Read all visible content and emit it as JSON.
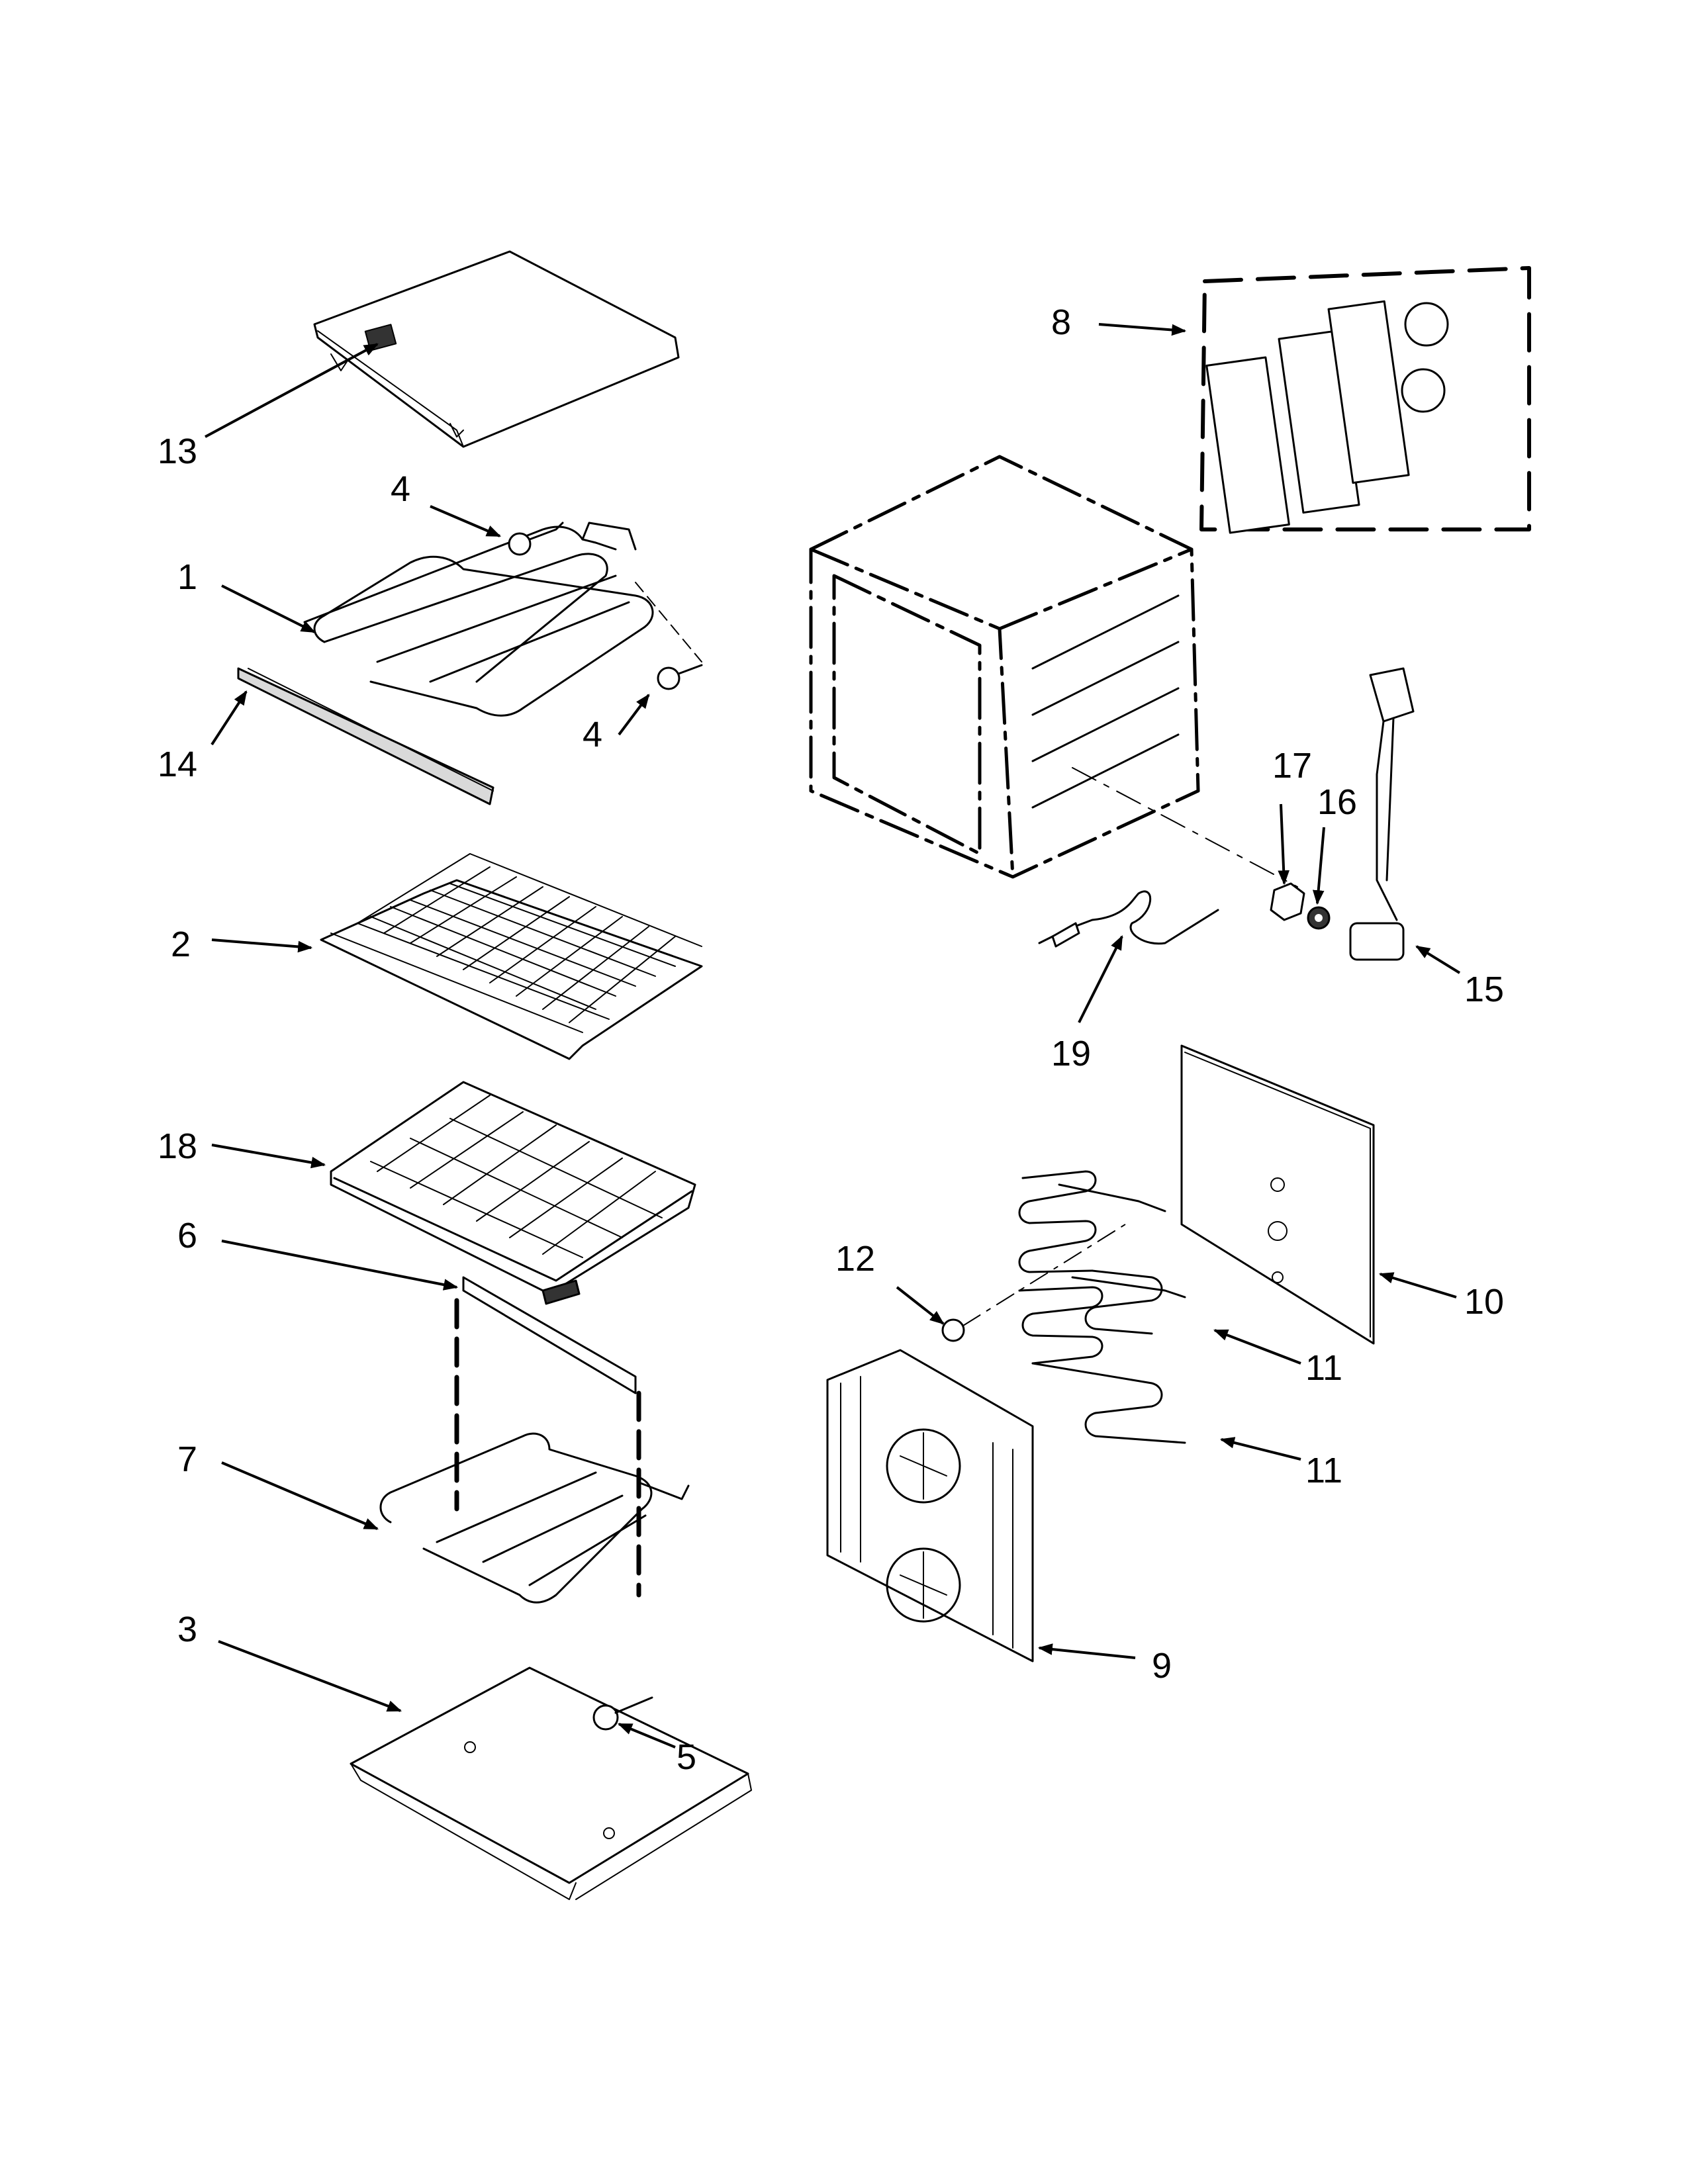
{
  "diagram": {
    "parts": [
      {
        "id": "1",
        "name": "broil-element"
      },
      {
        "id": "2",
        "name": "oven-rack"
      },
      {
        "id": "3",
        "name": "bottom-panel"
      },
      {
        "id": "4",
        "name": "screw"
      },
      {
        "id": "5",
        "name": "screw-bottom"
      },
      {
        "id": "6",
        "name": "bake-element-shield"
      },
      {
        "id": "7",
        "name": "bake-element"
      },
      {
        "id": "8",
        "name": "terminal-blocks-assembly"
      },
      {
        "id": "9",
        "name": "convection-fan-assembly"
      },
      {
        "id": "10",
        "name": "rear-panel"
      },
      {
        "id": "11",
        "name": "convection-element"
      },
      {
        "id": "12",
        "name": "screw-rear"
      },
      {
        "id": "13",
        "name": "top-panel"
      },
      {
        "id": "14",
        "name": "element-shield"
      },
      {
        "id": "15",
        "name": "temperature-sensor"
      },
      {
        "id": "16",
        "name": "washer"
      },
      {
        "id": "17",
        "name": "nut"
      },
      {
        "id": "18",
        "name": "sliding-rack"
      },
      {
        "id": "19",
        "name": "meat-probe"
      }
    ],
    "labels": {
      "l1": "1",
      "l2": "2",
      "l3": "3",
      "l4a": "4",
      "l4b": "4",
      "l5": "5",
      "l6": "6",
      "l7": "7",
      "l8": "8",
      "l9": "9",
      "l10": "10",
      "l11a": "11",
      "l11b": "11",
      "l12": "12",
      "l13": "13",
      "l14": "14",
      "l15": "15",
      "l16": "16",
      "l17": "17",
      "l18": "18",
      "l19": "19"
    }
  }
}
